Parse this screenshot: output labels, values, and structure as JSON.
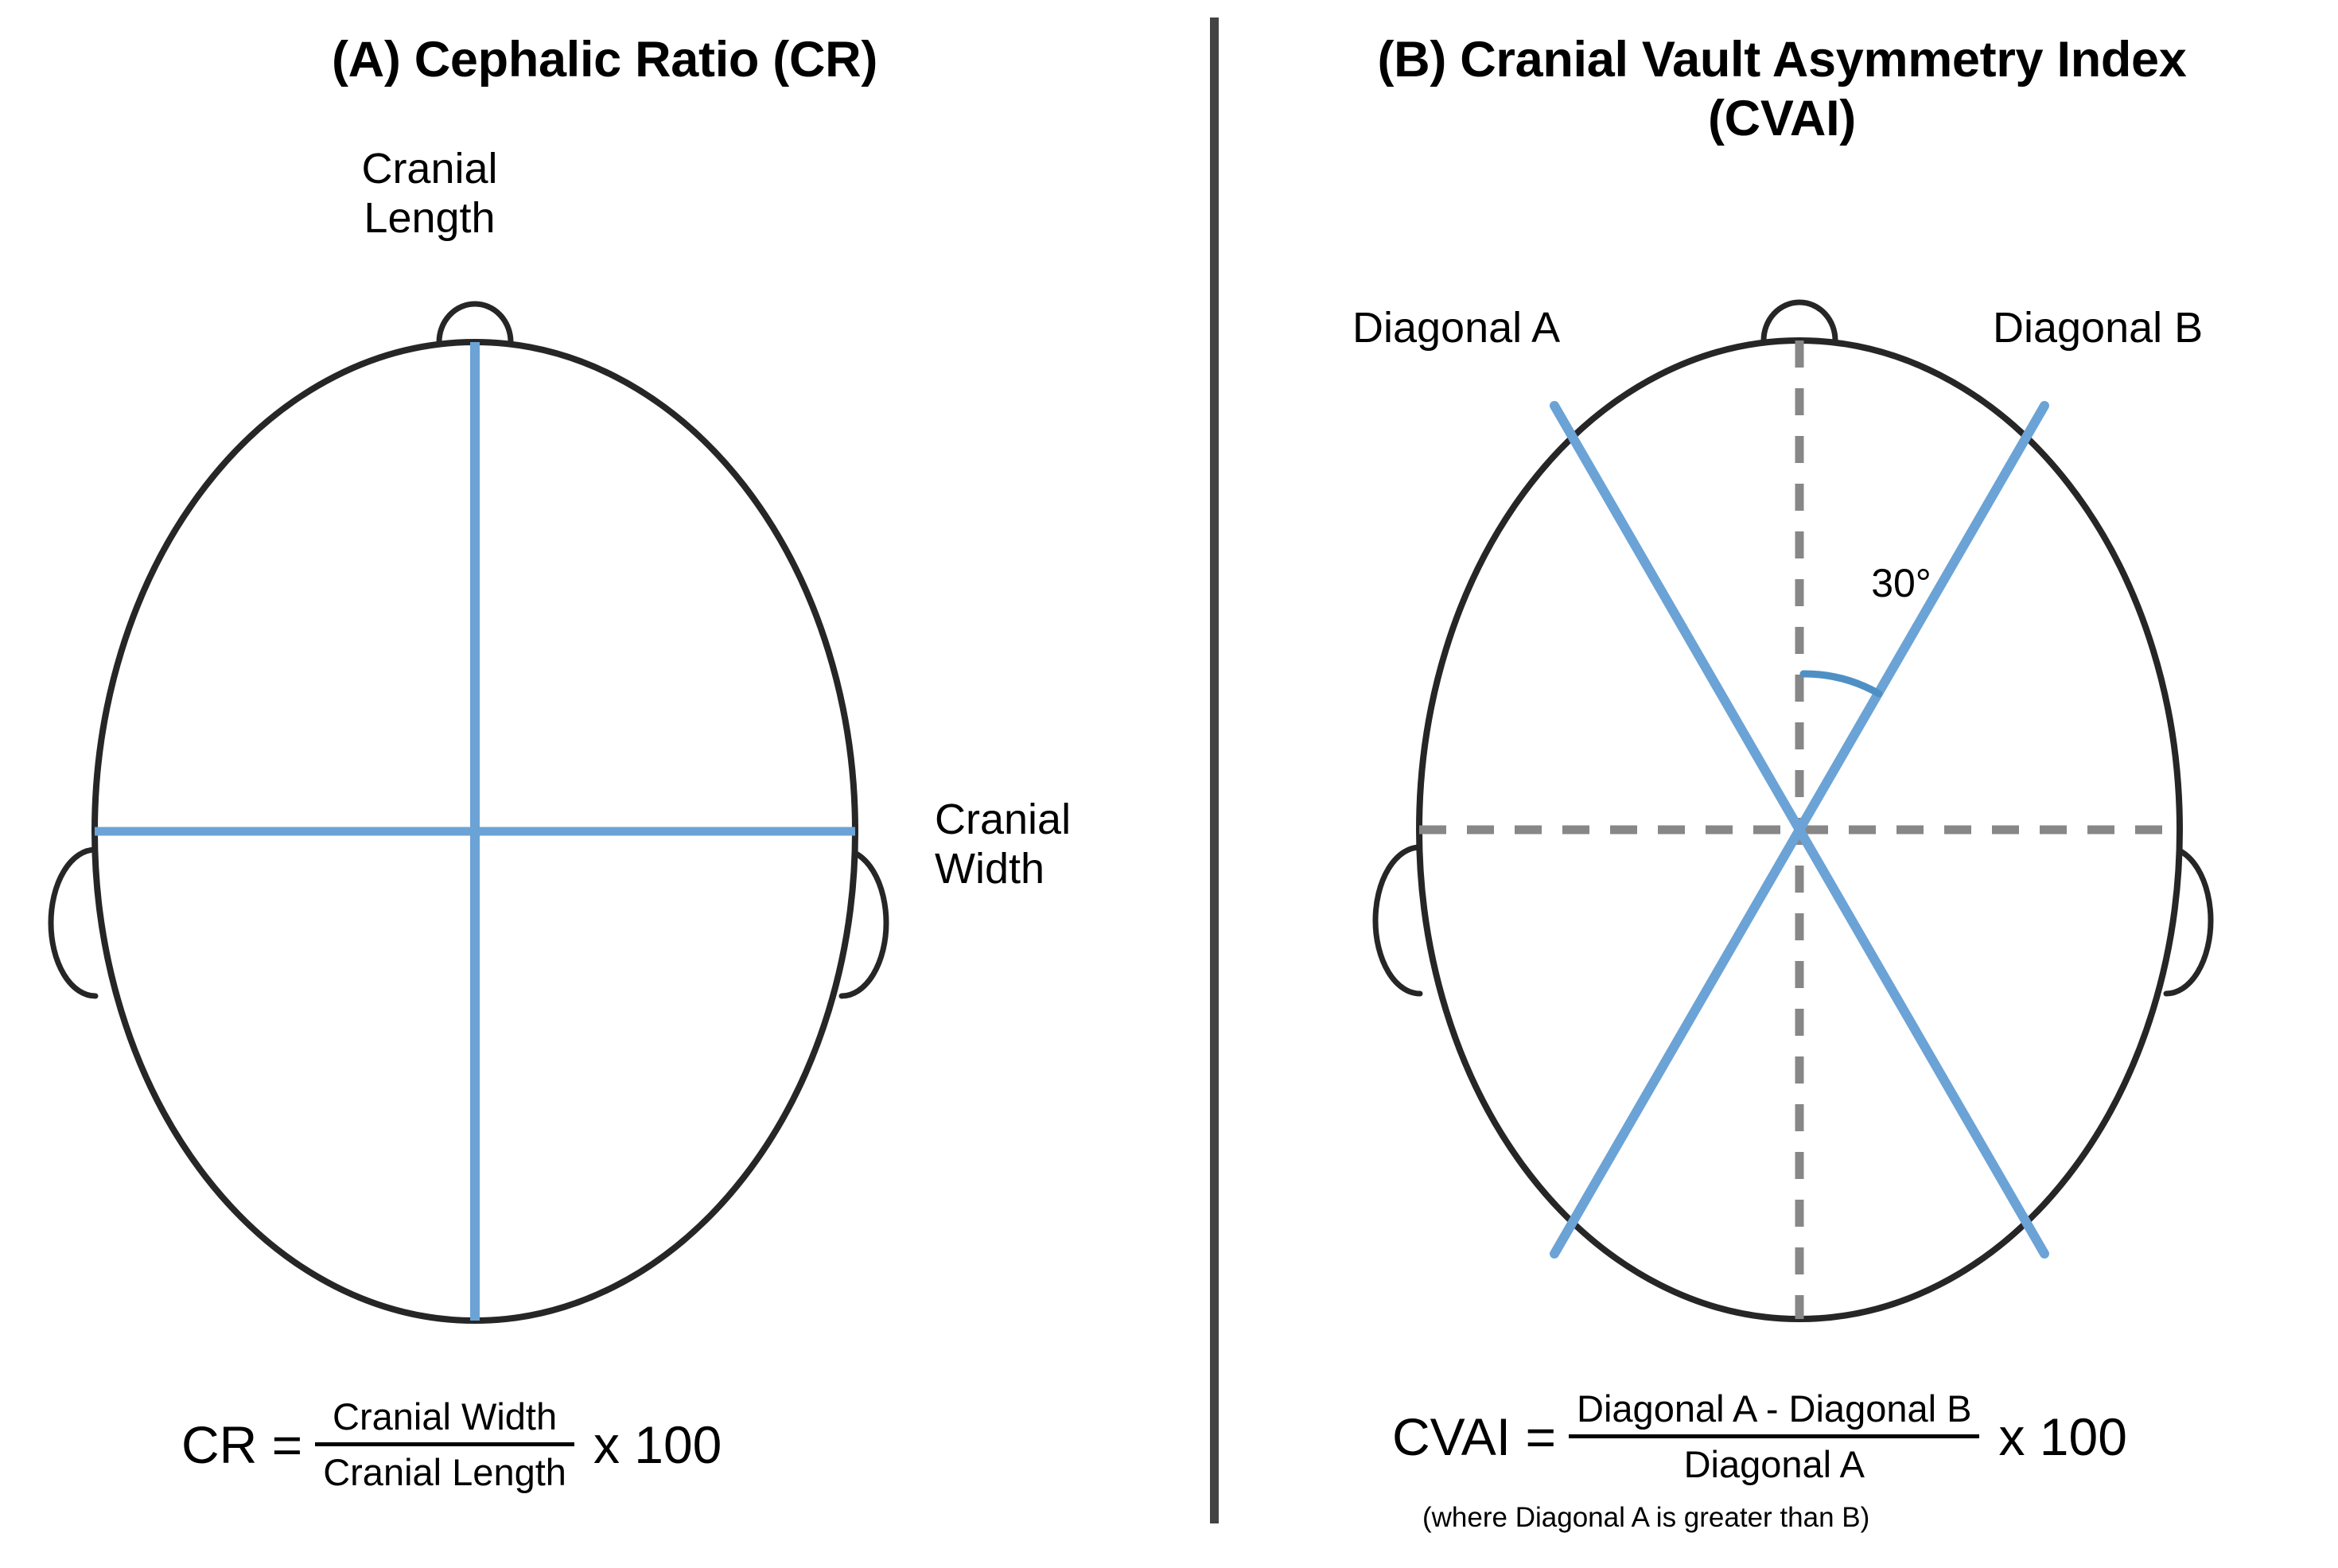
{
  "figure": {
    "background_color": "#ffffff",
    "outline_color": "#262626",
    "measure_line_color": "#6ba3d6",
    "dashed_line_color": "#878787",
    "divider_color": "#434343"
  },
  "panel_a": {
    "title": "(A) Cephalic Ratio (CR)",
    "labels": {
      "cranial_length": "Cranial\nLength",
      "cranial_width": "Cranial\nWidth"
    },
    "formula": {
      "lhs": "CR =",
      "numerator": "Cranial Width",
      "denominator": "Cranial Length",
      "rhs": "x 100"
    }
  },
  "panel_b": {
    "title_line_1": "(B) Cranial Vault Asymmetry Index",
    "title_line_2": "(CVAI)",
    "labels": {
      "diagonal_a": "Diagonal A",
      "diagonal_b": "Diagonal B",
      "angle": "30°"
    },
    "formula": {
      "lhs": "CVAI =",
      "numerator": "Diagonal A - Diagonal B",
      "denominator": "Diagonal A",
      "rhs": "x 100",
      "note": "(where Diagonal A is greater than B)"
    }
  },
  "chart_data": {
    "type": "diagram",
    "title": "Cranial measurement indices",
    "panels": [
      {
        "id": "A",
        "title": "(A) Cephalic Ratio (CR)",
        "view": "axial head outline (top-down)",
        "annotations": [
          "Cranial Length",
          "Cranial Width"
        ],
        "measurements": [
          {
            "name": "Cranial Length",
            "orientation": "vertical (anterior-posterior)",
            "color": "#6ba3d6"
          },
          {
            "name": "Cranial Width",
            "orientation": "horizontal (bi-parietal)",
            "color": "#6ba3d6"
          }
        ],
        "formula": "CR = (Cranial Width / Cranial Length) x 100"
      },
      {
        "id": "B",
        "title": "(B) Cranial Vault Asymmetry Index (CVAI)",
        "view": "axial head outline (top-down)",
        "annotations": [
          "Diagonal A",
          "Diagonal B",
          "30°"
        ],
        "measurements": [
          {
            "name": "Diagonal A",
            "orientation": "30° left of midline",
            "angle_deg": 30,
            "color": "#6ba3d6"
          },
          {
            "name": "Diagonal B",
            "orientation": "30° right of midline",
            "angle_deg": 30,
            "color": "#6ba3d6"
          }
        ],
        "reference_lines": [
          "vertical midline (dashed)",
          "horizontal midline (dashed)"
        ],
        "formula": "CVAI = ((Diagonal A - Diagonal B) / Diagonal A) x 100",
        "note": "(where Diagonal A is greater than B)"
      }
    ]
  }
}
